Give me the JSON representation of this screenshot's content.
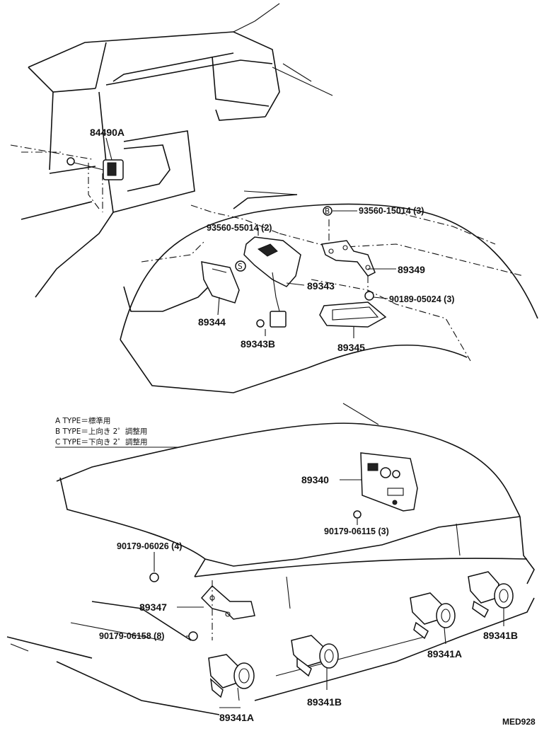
{
  "labels": {
    "p84490A": "84490A",
    "p93560_55014": "93560-55014 (2)",
    "p93560_15014": "93560-15014 (3)",
    "p89349": "89349",
    "p89343": "89343",
    "p90189_05024": "90189-05024 (3)",
    "p89344": "89344",
    "p89343B": "89343B",
    "p89345": "89345",
    "p89340": "89340",
    "p90179_06115": "90179-06115 (3)",
    "p90179_06026": "90179-06026 (4)",
    "p89347": "89347",
    "p90179_06158": "90179-06158 (8)",
    "p89341A_left": "89341A",
    "p89341B_mid": "89341B",
    "p89341A_right": "89341A",
    "p89341B_right": "89341B"
  },
  "markers": {
    "s": "S",
    "b": "B"
  },
  "legend": {
    "a": "A TYPE＝標準用",
    "b": "B TYPE＝上向き 2゜調整用",
    "c": "C TYPE＝下向き 2゜調整用"
  },
  "code": "MED928"
}
